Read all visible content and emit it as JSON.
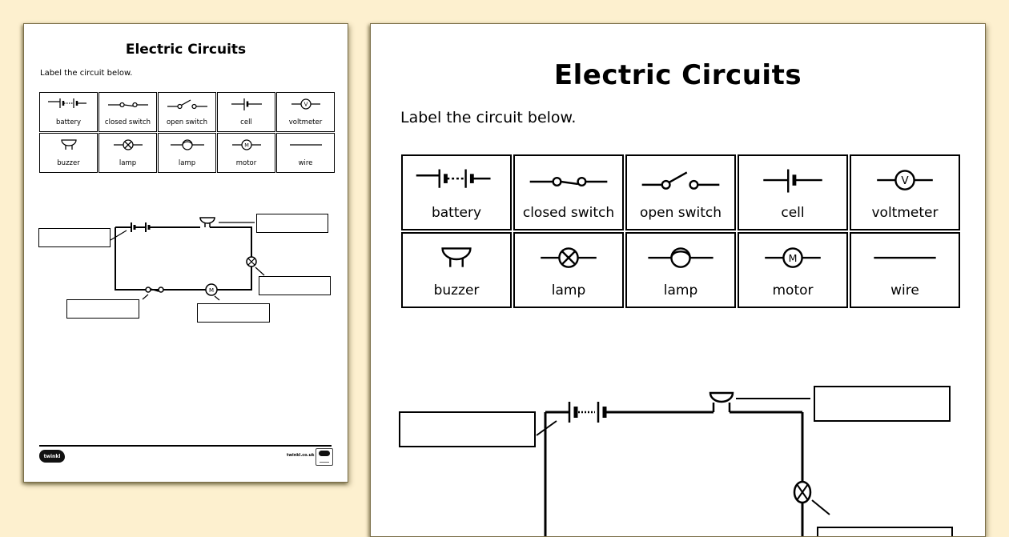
{
  "background_color": "#fdf0cf",
  "worksheet": {
    "title": "Electric Circuits",
    "instruction": "Label the circuit below.",
    "symbols": [
      {
        "label": "battery",
        "icon": "battery-symbol-icon"
      },
      {
        "label": "closed switch",
        "icon": "closed-switch-symbol-icon"
      },
      {
        "label": "open switch",
        "icon": "open-switch-symbol-icon"
      },
      {
        "label": "cell",
        "icon": "cell-symbol-icon"
      },
      {
        "label": "voltmeter",
        "icon": "voltmeter-symbol-icon"
      },
      {
        "label": "buzzer",
        "icon": "buzzer-symbol-icon"
      },
      {
        "label": "lamp",
        "icon": "lamp-cross-symbol-icon"
      },
      {
        "label": "lamp",
        "icon": "lamp-filament-symbol-icon"
      },
      {
        "label": "motor",
        "icon": "motor-symbol-icon"
      },
      {
        "label": "wire",
        "icon": "wire-symbol-icon"
      }
    ],
    "symbol_letters": {
      "voltmeter": "V",
      "motor": "M"
    },
    "circuit_components": [
      "battery",
      "buzzer",
      "lamp",
      "motor",
      "open switch"
    ],
    "answer_boxes": [
      {
        "points_to": "battery",
        "value": ""
      },
      {
        "points_to": "buzzer",
        "value": ""
      },
      {
        "points_to": "lamp",
        "value": ""
      },
      {
        "points_to": "motor",
        "value": ""
      },
      {
        "points_to": "open switch",
        "value": ""
      }
    ]
  },
  "footer": {
    "logo_text": "twinkl",
    "site": "twinkl.co.uk"
  }
}
